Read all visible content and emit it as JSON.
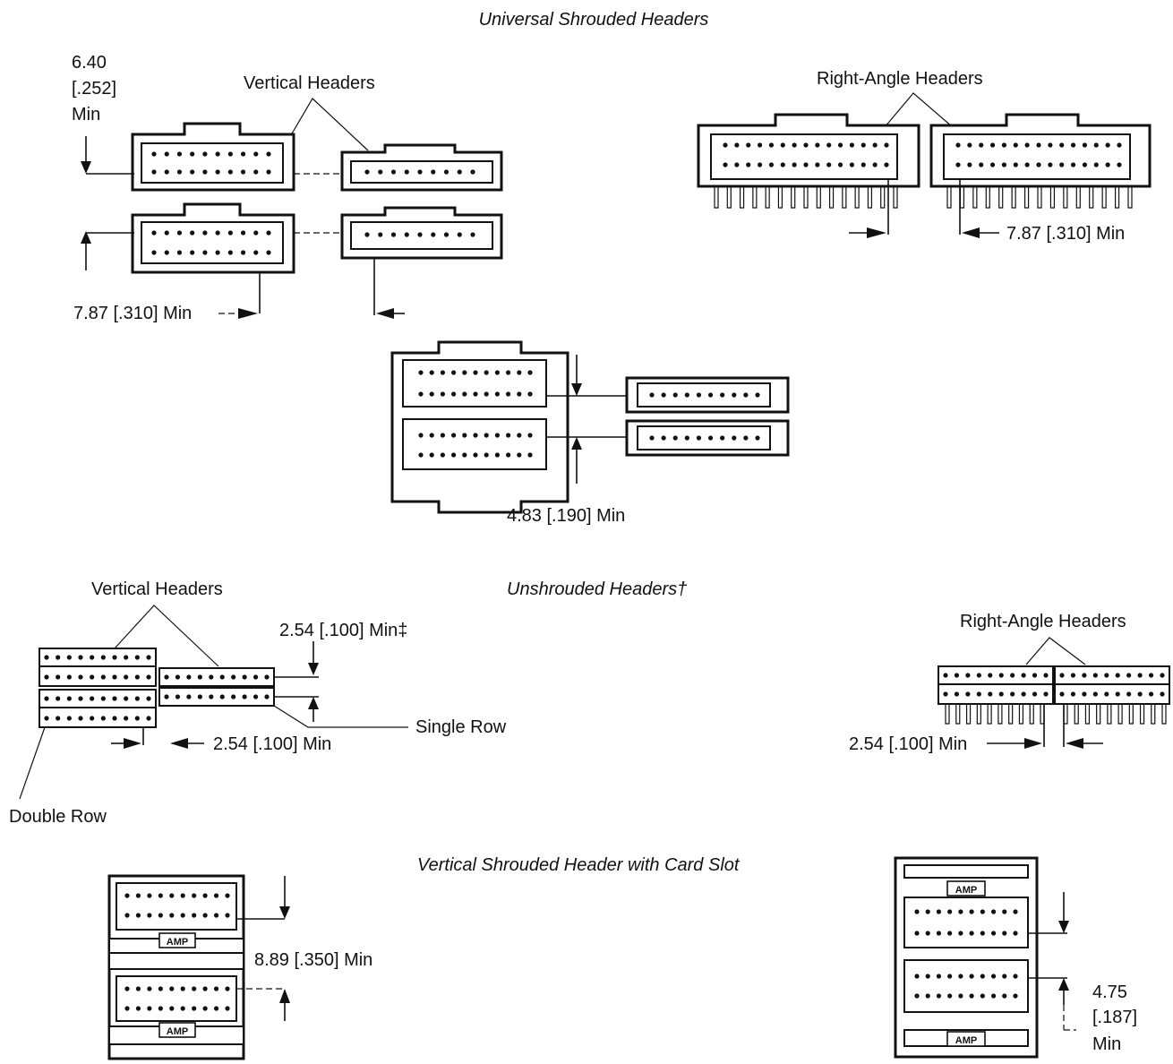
{
  "sections": {
    "universal_shrouded": {
      "title": "Universal Shrouded Headers",
      "vertical_headers_label": "Vertical Headers",
      "right_angle_headers_label": "Right-Angle Headers",
      "dim_vertical_top_line1": "6.40",
      "dim_vertical_top_line2": "[.252]",
      "dim_vertical_top_line3": "Min",
      "dim_vertical_side": "7.87 [.310] Min",
      "dim_right_angle": "7.87 [.310] Min",
      "dim_stacked": "4.83 [.190] Min"
    },
    "unshrouded": {
      "title": "Unshrouded Headers†",
      "vertical_headers_label": "Vertical Headers",
      "right_angle_headers_label": "Right-Angle Headers",
      "dim_row": "2.54 [.100] Min‡",
      "dim_side": "2.54 [.100] Min",
      "dim_right_angle": "2.54 [.100] Min",
      "single_row_label": "Single Row",
      "double_row_label": "Double Row"
    },
    "card_slot": {
      "title": "Vertical Shrouded Header with Card Slot",
      "dim_left": "8.89 [.350] Min",
      "dim_right_line1": "4.75",
      "dim_right_line2": "[.187]",
      "dim_right_line3": "Min"
    }
  },
  "header_logo_text": "AMP"
}
